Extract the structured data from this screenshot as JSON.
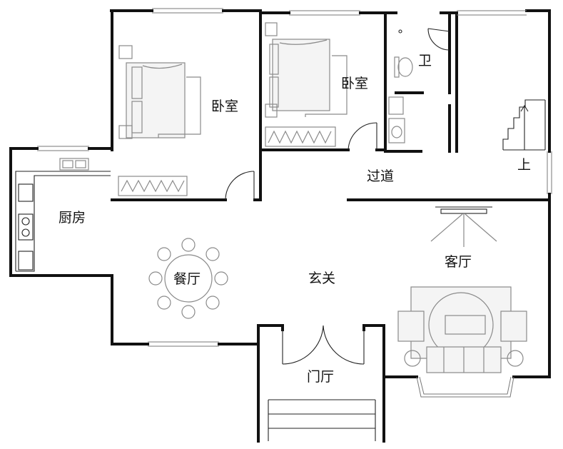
{
  "floorplan": {
    "rooms": {
      "bedroom_left": "卧室",
      "bedroom_mid": "卧室",
      "bathroom": "卫",
      "stair": "上",
      "corridor": "过道",
      "kitchen": "厨房",
      "dining": "餐厅",
      "foyer": "玄关",
      "living": "客厅",
      "entry_hall": "门厅"
    }
  },
  "colors": {
    "wall": "#111111",
    "furniture": "#8a8a8a",
    "background": "#ffffff"
  }
}
